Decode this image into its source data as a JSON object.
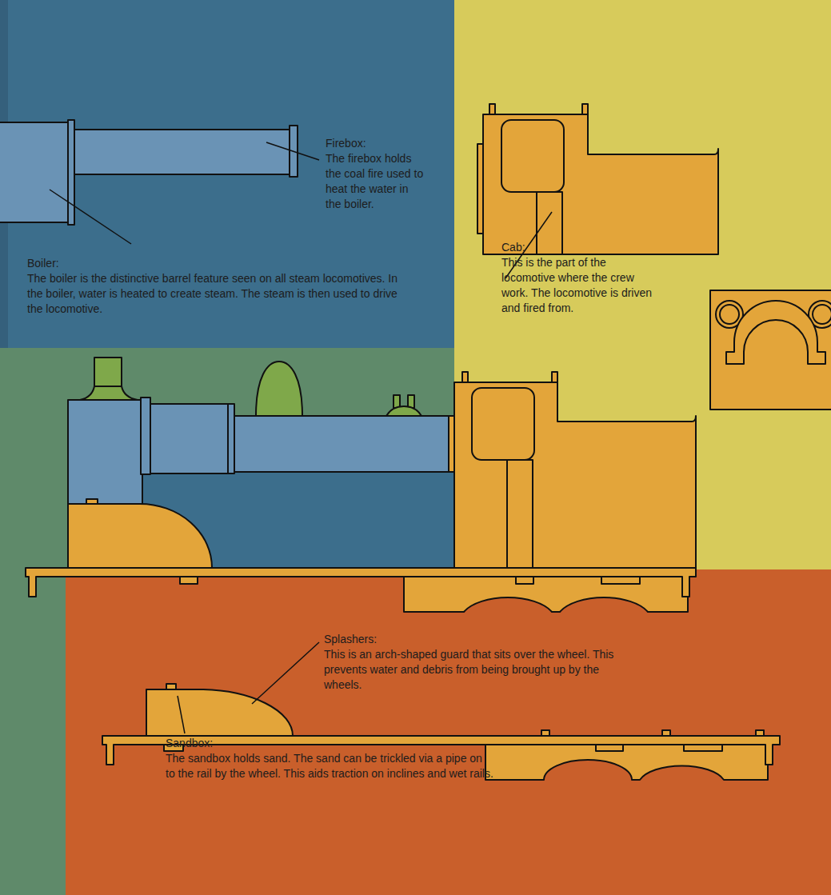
{
  "diagram": {
    "labels": [
      "Firebox:",
      "The firebox holds the coal fire used to heat the water in the boiler.",
      "Boiler:",
      "The boiler is the distinctive barrel feature seen on all steam locomotives. In the boiler, water is heated to create steam. The steam is then used to drive the locomotive.",
      "Cab:",
      "This is the part of the locomotive where the crew work. The locomotive is driven and fired from.",
      "Splashers:",
      "This is an arch-shaped guard that sits over the wheel. This prevents water and debris from being brought up by the wheels.",
      "Sandbox:",
      "The sandbox holds sand. The sand can be trickled via a pipe on to the rail by the wheel. This aids traction on inclines and wet rails."
    ]
  }
}
